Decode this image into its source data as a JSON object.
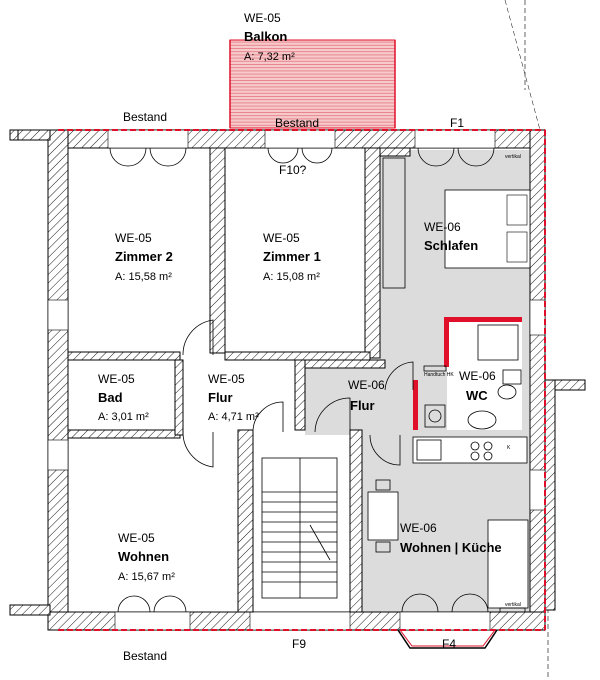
{
  "rooms": {
    "balkon": {
      "unit": "WE-05",
      "name": "Balkon",
      "area": "A: 7,32 m²"
    },
    "zimmer2": {
      "unit": "WE-05",
      "name": "Zimmer 2",
      "area": "A: 15,58 m²"
    },
    "zimmer1": {
      "unit": "WE-05",
      "name": "Zimmer 1",
      "area": "A: 15,08 m²"
    },
    "bad": {
      "unit": "WE-05",
      "name": "Bad",
      "area": "A: 3,01 m²"
    },
    "flur05": {
      "unit": "WE-05",
      "name": "Flur",
      "area": "A: 4,71 m²"
    },
    "wohnen05": {
      "unit": "WE-05",
      "name": "Wohnen",
      "area": "A: 15,67 m²"
    },
    "schlafen": {
      "unit": "WE-06",
      "name": "Schlafen"
    },
    "flur06": {
      "unit": "WE-06",
      "name": "Flur"
    },
    "wc": {
      "unit": "WE-06",
      "name": "WC"
    },
    "wohnen06": {
      "unit": "WE-06",
      "name": "Wohnen | Küche"
    }
  },
  "labels": {
    "bestand_top_left": "Bestand",
    "bestand_top_mid": "Bestand",
    "bestand_bottom": "Bestand",
    "f1": "F1",
    "f10": "F10?",
    "f9": "F9",
    "f4": "F4",
    "vertikal_top": "vertikal",
    "vertikal_bottom": "vertikal",
    "handtuch": "Handtuch HK",
    "k": "K"
  },
  "colors": {
    "wall_hatch": "#000000",
    "red_line": "#e0102a",
    "we06_fill": "#dcdcdc",
    "balcony_fill": "#f6caca"
  }
}
